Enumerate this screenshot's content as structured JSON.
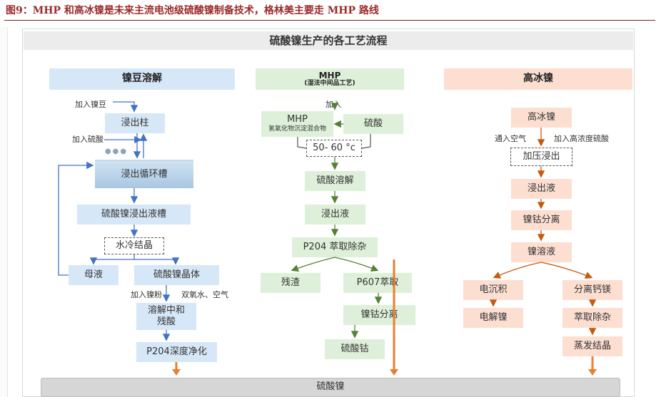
{
  "figure": {
    "caption": "图9：MHP 和高冰镍是未来主流电池级硫酸镍制备技术，格林美主要走 MHP 路线",
    "title": "硫酸镍生产的各工艺流程"
  },
  "bean": {
    "header": "镍豆溶解",
    "add_bean": "加入镍豆",
    "add_acid": "加入硫酸",
    "leach_column": "浸出柱",
    "leach_tank": "浸出循环槽",
    "liquor_tank": "硫酸镍浸出液槽",
    "cooling": "水冷结晶",
    "mother_liquor": "母液",
    "crystal": "硫酸镍晶体",
    "add_powder": "加入镍粉",
    "add_h2o2": "双氧水、空气",
    "dissolve_1": "溶解中和",
    "dissolve_2": "残酸",
    "p204_deep": "P204深度净化"
  },
  "mhp": {
    "header_1": "MHP",
    "header_2": "(湿法中间品工艺)",
    "add": "加入",
    "mhp_1": "MHP",
    "mhp_2": "氢氧化物沉淀混合物",
    "acid": "硫酸",
    "temp": "50- 60 °c",
    "dissolve": "硫酸溶解",
    "leachate": "浸出液",
    "p204": "P204 萃取除杂",
    "residue": "残渣",
    "p607": "P607萃取",
    "ni_co_sep": "镍钴分离",
    "cobalt_sulfate": "硫酸钴"
  },
  "matte": {
    "header": "高冰镍",
    "matte": "高冰镍",
    "air": "通入空气",
    "acid": "加入高浓度硫酸",
    "pressure": "加压浸出",
    "leachate": "浸出液",
    "ni_co_sep": "镍钴分离",
    "ni_solution": "镍溶液",
    "electrodeposit": "电沉积",
    "electro_ni": "电解镍",
    "sep_ca_mg": "分离钙镁",
    "extract": "萃取除杂",
    "evap": "蒸发结晶"
  },
  "output": "硫酸镍",
  "colors": {
    "blue": "#d6e7f7",
    "green": "#def0d9",
    "orange": "#fddfd1",
    "blue_arrow": "#4472c4",
    "green_arrow": "#548235",
    "orange_arrow": "#c55a11",
    "output_arrow": "#ed7d31"
  }
}
